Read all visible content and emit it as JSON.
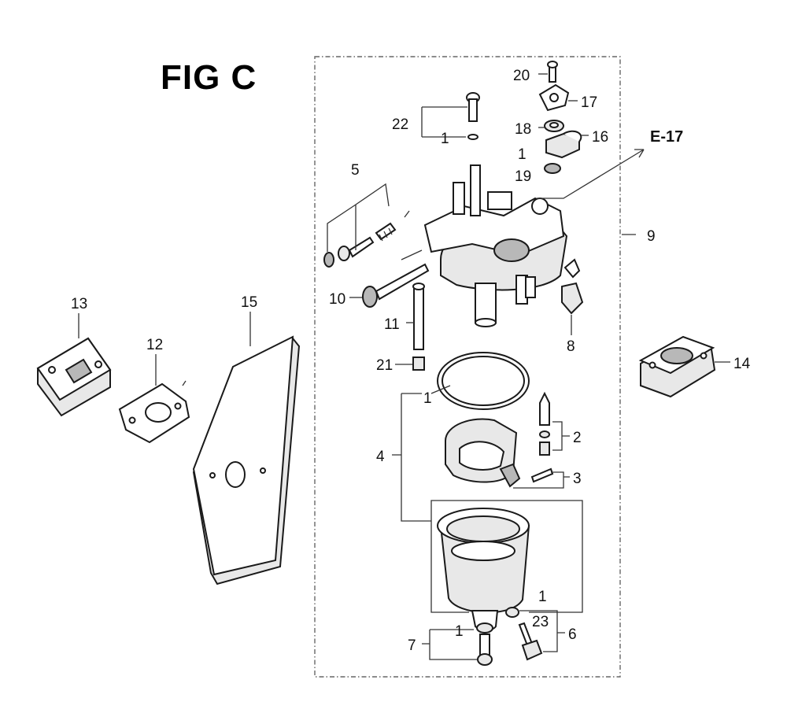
{
  "figure": {
    "title": "FIG C",
    "reference_label": "E-17"
  },
  "callouts": {
    "c1_top": "1",
    "c1_right": "1",
    "c1_mid": "1",
    "c1_bottom_right": "1",
    "c1_bottom_left": "1",
    "c2": "2",
    "c3": "3",
    "c4": "4",
    "c5": "5",
    "c6": "6",
    "c7": "7",
    "c8": "8",
    "c9": "9",
    "c10": "10",
    "c11": "11",
    "c12": "12",
    "c13": "13",
    "c14": "14",
    "c15": "15",
    "c16": "16",
    "c17": "17",
    "c18": "18",
    "c19": "19",
    "c20": "20",
    "c21": "21",
    "c22": "22",
    "c23": "23"
  }
}
